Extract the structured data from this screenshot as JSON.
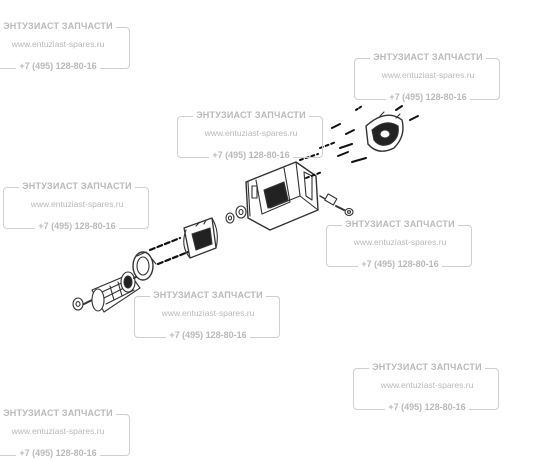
{
  "watermark": {
    "name": "ЭНТУЗИАСТ ЗАПЧАСТИ",
    "site": "www.entuziast-spares.ru",
    "phone": "+7 (495) 128-80-16"
  },
  "colors": {
    "watermark_text": "#b9b9b9",
    "watermark_border": "#cfcfcf",
    "line_art": "#333333"
  }
}
